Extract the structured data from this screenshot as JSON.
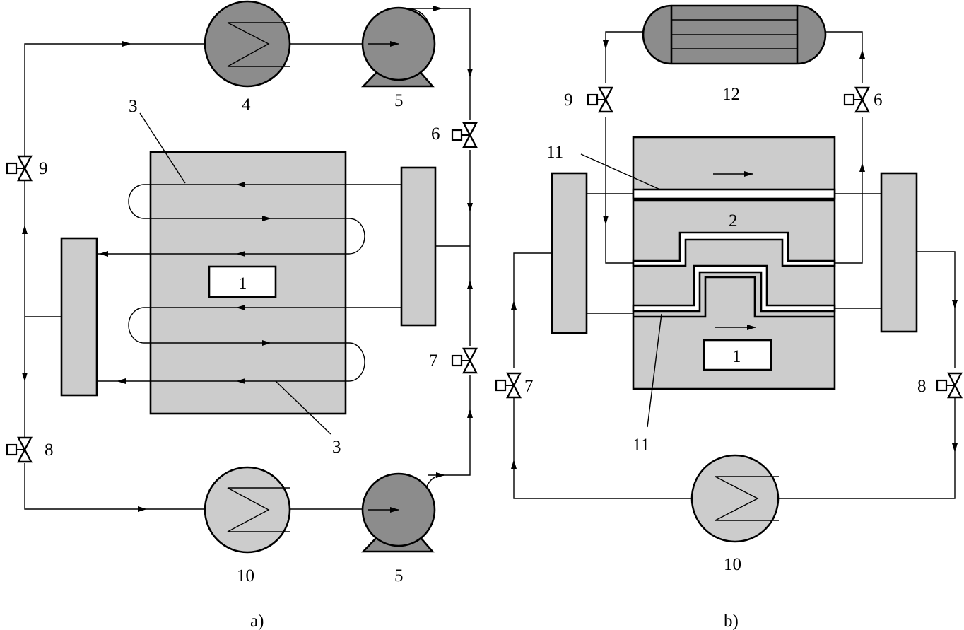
{
  "colors": {
    "light_fill": "#cccccc",
    "dark_fill": "#8c8c8c",
    "line": "#000000"
  },
  "diagram_a": {
    "caption": "a)",
    "labels": {
      "room": "1",
      "pipes_top": "3",
      "pipes_bottom": "3",
      "exchanger_top": "4",
      "pump_top": "5",
      "pump_bottom": "5",
      "valve_6": "6",
      "valve_7": "7",
      "valve_8": "8",
      "valve_9": "9",
      "exchanger_bottom": "10"
    }
  },
  "diagram_b": {
    "caption": "b)",
    "labels": {
      "room": "1",
      "channel": "2",
      "layer_top": "11",
      "layer_bottom": "11",
      "tank": "12",
      "valve_6": "6",
      "valve_7": "7",
      "valve_8": "8",
      "valve_9": "9",
      "exchanger": "10"
    }
  }
}
